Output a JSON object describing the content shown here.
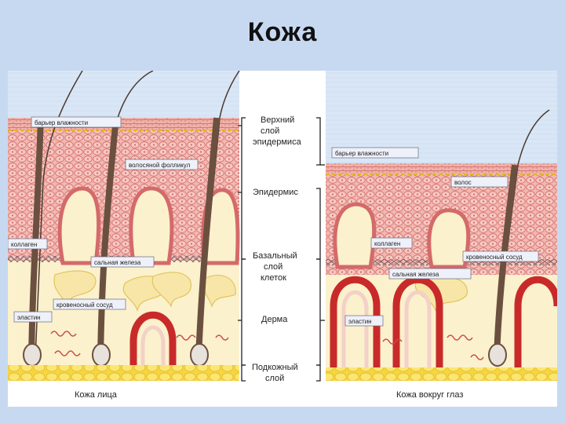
{
  "title": "Кожа",
  "layers": {
    "upper_epidermis": [
      "Верхний",
      "слой",
      "эпидермиса"
    ],
    "epidermis": "Эпидермис",
    "basal": [
      "Базальный",
      "слой",
      "клеток"
    ],
    "dermis": "Дерма",
    "subcutaneous": [
      "Подкожный",
      "слой"
    ]
  },
  "left_panel": {
    "caption": "Кожа лица",
    "labels": {
      "moisture_barrier": "барьер влажности",
      "hair_follicle": "волосяной фолликул",
      "collagen": "коллаген",
      "sebaceous_gland": "сальная железа",
      "blood_vessel": "кровеносный сосуд",
      "elastin": "эластин"
    }
  },
  "right_panel": {
    "caption": "Кожа вокруг глаз",
    "labels": {
      "moisture_barrier": "барьер влажности",
      "hair": "волос",
      "collagen": "коллаген",
      "blood_vessel": "кровеносный сосуд",
      "sebaceous_gland": "сальная железа",
      "elastin": "эластин"
    }
  },
  "colors": {
    "background": "#c7d9f1",
    "sky": "#d9e6f6",
    "epidermis": "#f2b8b0",
    "cell_line": "#d46a6a",
    "dermis": "#fbf1cc",
    "fat": "#f5d640",
    "vessel": "#c82a2a",
    "hair": "#6b5040",
    "label_box": "#eef1fa"
  }
}
